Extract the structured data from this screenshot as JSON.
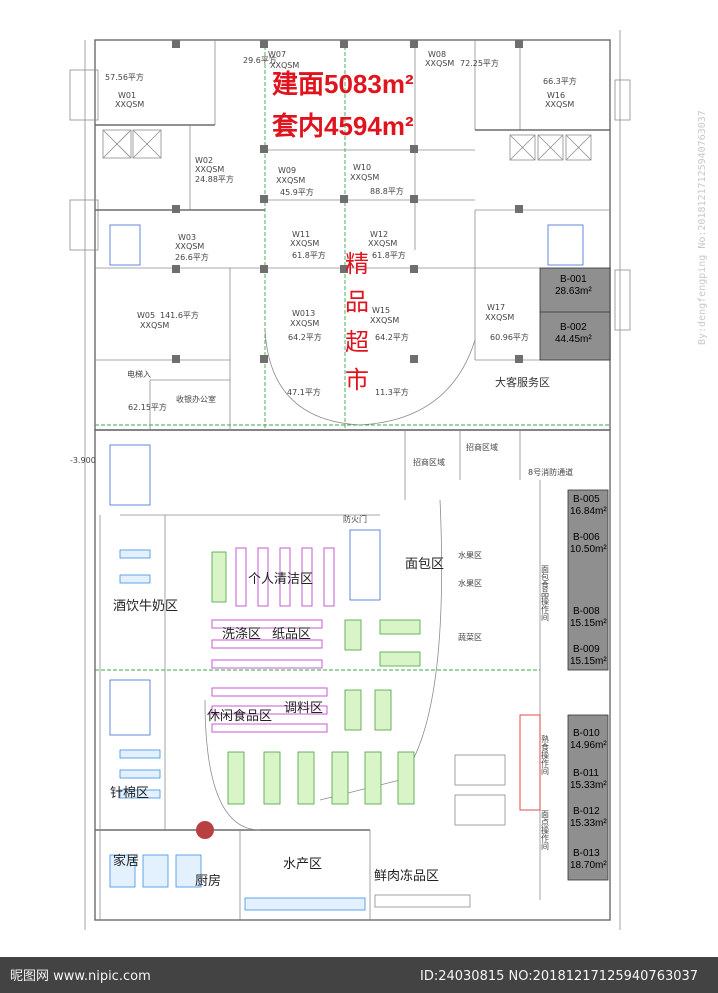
{
  "headline": {
    "gross_area": "建面5083m²",
    "net_area": "套内4594m²"
  },
  "vertical_title": [
    "精",
    "品",
    "超",
    "市"
  ],
  "side_watermark": "By:dengfengping No:20181217125940763037",
  "bottom_bar": {
    "logo": "昵图网 www.nipic.com",
    "id_text": "ID:24030815 NO:20181217125940763037"
  },
  "shops": [
    {
      "code": "W01",
      "name": "XXQSM",
      "area": "57.56平方"
    },
    {
      "code": "W02",
      "name": "XXQSM",
      "area": "24.88平方"
    },
    {
      "code": "W03",
      "name": "XXQSM",
      "area": "26.6平方"
    },
    {
      "code": "W05",
      "name": "XXQSM",
      "area": "141.6平方"
    },
    {
      "code": "W07",
      "name": "XXQSM",
      "area": "29.6平方"
    },
    {
      "code": "W08",
      "name": "XXQSM",
      "area": "72.25平方"
    },
    {
      "code": "W09",
      "name": "XXQSM",
      "area": "45.9平方"
    },
    {
      "code": "W10",
      "name": "XXQSM",
      "area": "88.8平方"
    },
    {
      "code": "W11",
      "name": "XXQSM",
      "area": "61.8平方"
    },
    {
      "code": "W12",
      "name": "XXQSM",
      "area": "61.8平方"
    },
    {
      "code": "W013",
      "name": "XXQSM",
      "area": "64.2平方"
    },
    {
      "code": "W15",
      "name": "XXQSM",
      "area": "64.2平方"
    },
    {
      "code": "W16",
      "name": "XXQSM",
      "area": "66.3平方"
    },
    {
      "code": "W17",
      "name": "XXQSM",
      "area": "60.96平方"
    }
  ],
  "misc_labels": {
    "area_47": "47.1平方",
    "area_113": "11.3平方",
    "area_6215": "62.15平方",
    "cashier": "收银办公室",
    "customer_service": "大客服务区",
    "promo_a": "招商区域",
    "promo_b": "招商区域",
    "fire_channel": "8号消防通道",
    "elev_left": "电梯入",
    "door_a": "防火门",
    "level": "-3.900"
  },
  "b_units": [
    {
      "code": "B-001",
      "area": "28.63m²"
    },
    {
      "code": "B-002",
      "area": "44.45m²"
    },
    {
      "code": "B-005",
      "area": "16.84m²"
    },
    {
      "code": "B-006",
      "area": "10.50m²"
    },
    {
      "code": "B-008",
      "area": "15.15m²"
    },
    {
      "code": "B-009",
      "area": "15.15m²"
    },
    {
      "code": "B-010",
      "area": "14.96m²"
    },
    {
      "code": "B-011",
      "area": "15.33m²"
    },
    {
      "code": "B-012",
      "area": "15.33m²"
    },
    {
      "code": "B-013",
      "area": "18.70m²"
    }
  ],
  "zones": {
    "dairy": "酒饮牛奶区",
    "personal_care": "个人清洁区",
    "bakery": "面包区",
    "detergent": "洗涤区",
    "paper": "纸品区",
    "snacks": "休闲食品区",
    "seasoning": "调料区",
    "knit": "针棉区",
    "home": "家居",
    "kitchen": "厨房",
    "seafood": "水产区",
    "fresh_meat": "鲜肉冻品区",
    "fruit_a": "水果区",
    "fruit_b": "水果区",
    "veg": "蔬菜区",
    "deli": "熟食操作间",
    "bakery_ops": "面点操作间",
    "processing": "面包食品操作间"
  }
}
